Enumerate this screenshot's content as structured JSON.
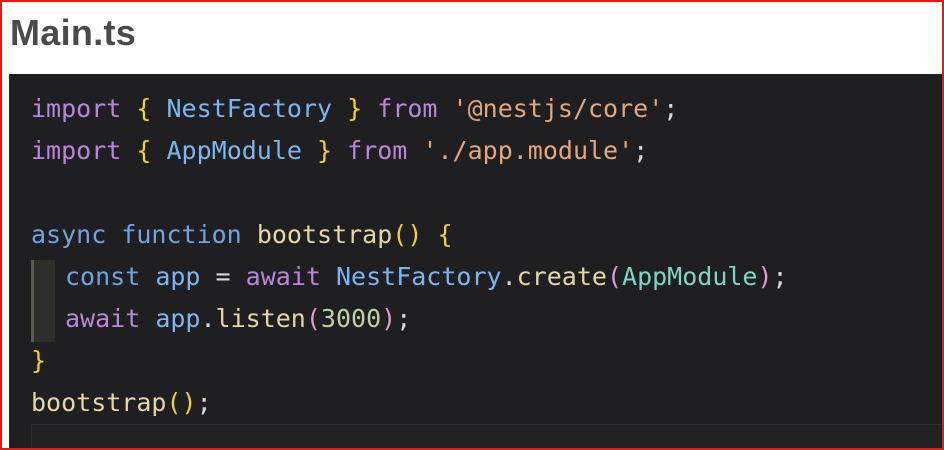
{
  "header": {
    "title": "Main.ts"
  },
  "code": {
    "l1": {
      "kw": "import",
      "ob": "{",
      "name": "NestFactory",
      "cb": "}",
      "from": "from",
      "str": "'@nestjs/core'",
      "semi": ";"
    },
    "l2": {
      "kw": "import",
      "ob": "{",
      "name": "AppModule",
      "cb": "}",
      "from": "from",
      "str": "'./app.module'",
      "semi": ";"
    },
    "l4": {
      "async": "async",
      "function": "function",
      "fname": "bootstrap",
      "po": "(",
      "pc": ")",
      "ob": "{"
    },
    "l5": {
      "const": "const",
      "app": "app",
      "eq": "=",
      "await": "await",
      "cls": "NestFactory",
      "dot": ".",
      "method": "create",
      "po": "(",
      "arg": "AppModule",
      "pc": ")",
      "semi": ";"
    },
    "l6": {
      "await": "await",
      "app": "app",
      "dot": ".",
      "method": "listen",
      "po": "(",
      "num": "3000",
      "pc": ")",
      "semi": ";"
    },
    "l7": {
      "cb": "}"
    },
    "l8": {
      "call": "bootstrap",
      "po": "(",
      "pc": ")",
      "semi": ";"
    }
  },
  "colors": {
    "border": "#e01919",
    "editor_bg": "#1f1f21",
    "title": "#4a4a4a"
  }
}
